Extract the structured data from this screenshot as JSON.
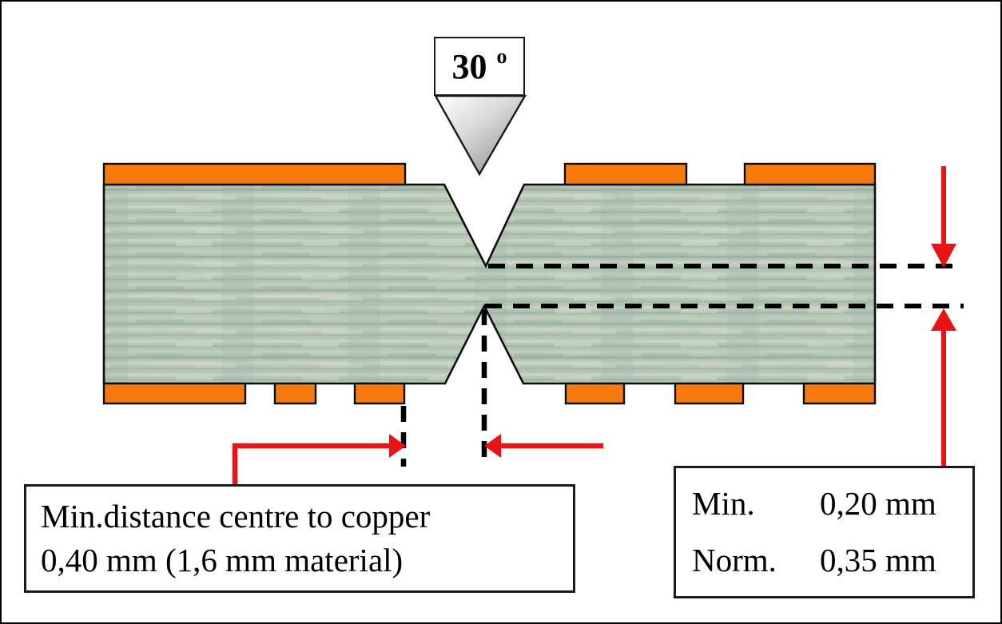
{
  "diagram_subject": "pcb-v-score-cross-section",
  "cutter": {
    "angle_value": "30",
    "angle_unit": "o"
  },
  "note_box": {
    "line1": "Min.distance centre to copper",
    "line2": "0,40 mm (1,6 mm material)"
  },
  "spec_box": {
    "rows": [
      {
        "label": "Min.",
        "value": "0,20 mm"
      },
      {
        "label": "Norm.",
        "value": "0,35 mm"
      }
    ]
  },
  "icons": {
    "cutter": "v-score-blade-icon",
    "arrows": "red-dimension-arrows"
  },
  "colors": {
    "copper": "#F8790C",
    "dimension_red": "#EC1114",
    "board_base": "#B8C9B6",
    "blade_gradient_start": "#FFFFFF",
    "blade_gradient_end": "#8E8E8E",
    "outline": "#000000"
  }
}
